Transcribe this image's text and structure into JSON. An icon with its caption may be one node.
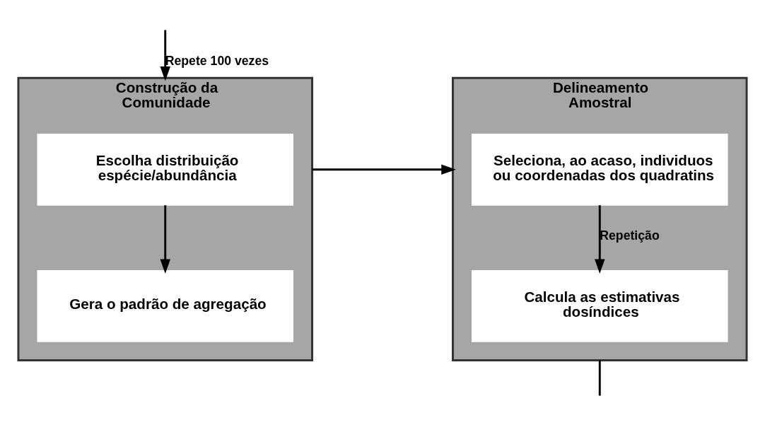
{
  "diagram": {
    "nodes": [
      {
        "text": [
          "Construção da Comunidade"
        ]
      },
      {
        "text": [
          "Escolha distribuição espécie/abundância"
        ],
        "in": 0
      },
      {
        "text": [
          "Gera o padrão de agregação"
        ],
        "in": 0
      },
      {
        "text": [
          "Delineamento Amostral"
        ]
      },
      {
        "text": [
          "Seleciona, ao acaso, individuos ou coordenadas dos quadratins"
        ],
        "in": 3
      },
      {
        "text": [
          "Calcula as estimativas dosíndices"
        ],
        "in": 3
      }
    ],
    "edges": [
      {
        "from": null,
        "to": 0,
        "arrow": "to",
        "label": "Repete 100 vezes"
      },
      {
        "from": 1,
        "to": 2,
        "arrow": "to"
      },
      {
        "from": 0,
        "to": 3,
        "arrow": "to"
      },
      {
        "from": 4,
        "to": 5,
        "arrow": "to",
        "label": "Repetição"
      },
      {
        "from": 3,
        "to": null,
        "arrow": "none"
      }
    ]
  }
}
